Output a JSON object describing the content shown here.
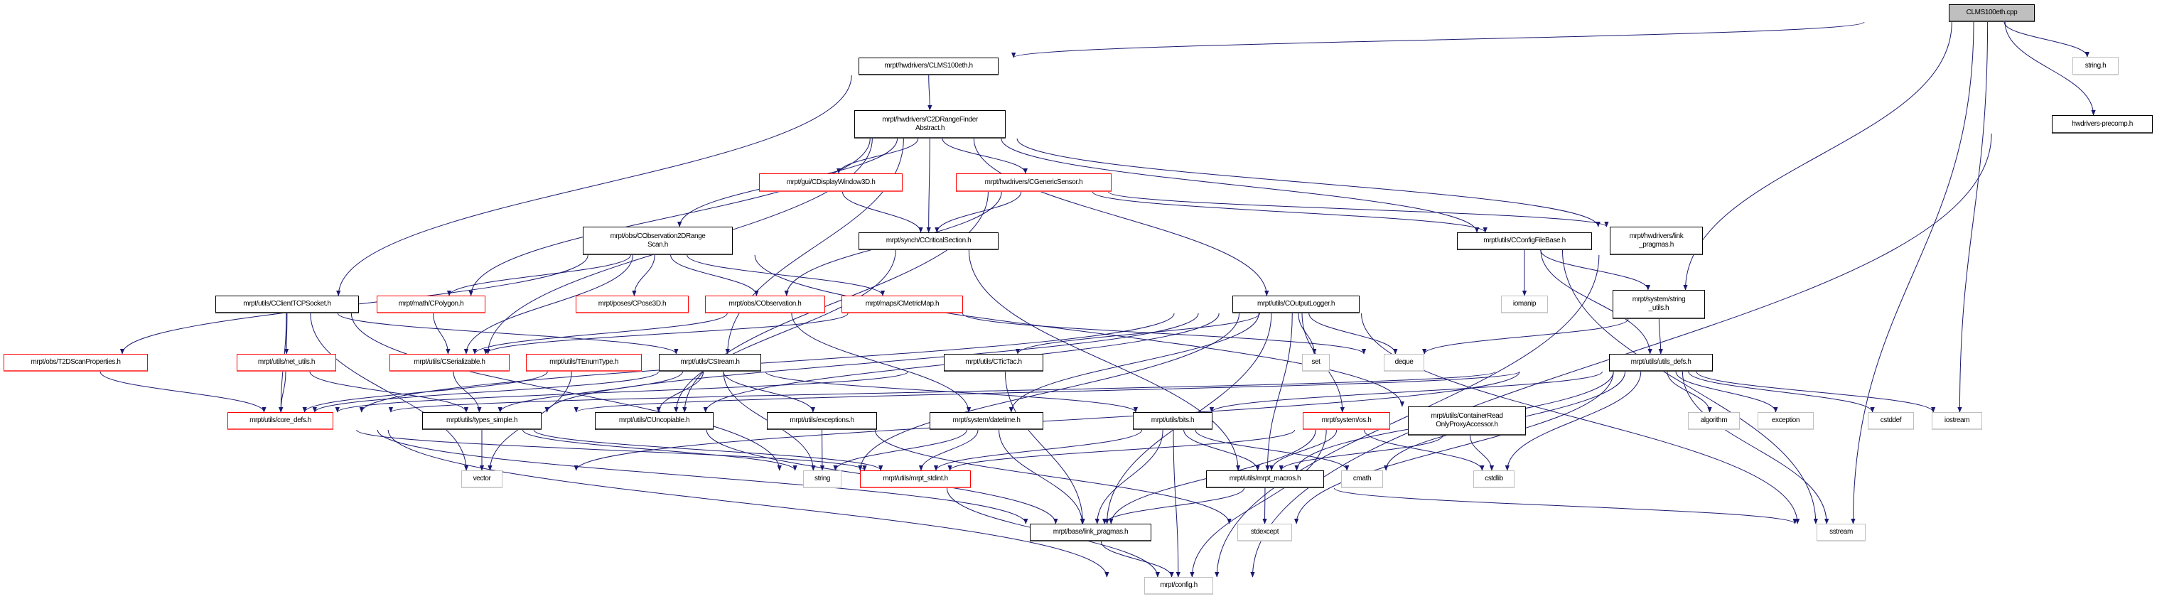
{
  "title": "CLMS100eth.cpp",
  "colors": {
    "edge": "#191970",
    "truncated_border": "#ff0000",
    "system_border": "#bfbfbf",
    "root_fill": "#bfbfbf"
  },
  "nodes": [
    {
      "id": "cpp",
      "label": "CLMS100eth.cpp",
      "style": "root"
    },
    {
      "id": "clms",
      "label": "mrpt/hwdrivers/CLMS100eth.h",
      "style": "black"
    },
    {
      "id": "c2d",
      "label": "mrpt/hwdrivers/C2DRangeFinder\nAbstract.h",
      "style": "black"
    },
    {
      "id": "stringh",
      "label": "string.h",
      "style": "gray"
    },
    {
      "id": "precomp",
      "label": "hwdrivers-precomp.h",
      "style": "black"
    },
    {
      "id": "disp3d",
      "label": "mrpt/gui/CDisplayWindow3D.h",
      "style": "red"
    },
    {
      "id": "gensensor",
      "label": "mrpt/hwdrivers/CGenericSensor.h",
      "style": "red"
    },
    {
      "id": "obs2d",
      "label": "mrpt/obs/CObservation2DRange\nScan.h",
      "style": "black"
    },
    {
      "id": "critsec",
      "label": "mrpt/synch/CCriticalSection.h",
      "style": "black"
    },
    {
      "id": "cfgfile",
      "label": "mrpt/utils/CConfigFileBase.h",
      "style": "black"
    },
    {
      "id": "hwlink",
      "label": "mrpt/hwdrivers/link\n_pragmas.h",
      "style": "black"
    },
    {
      "id": "tcpsock",
      "label": "mrpt/utils/CClientTCPSocket.h",
      "style": "black"
    },
    {
      "id": "polygon",
      "label": "mrpt/math/CPolygon.h",
      "style": "red"
    },
    {
      "id": "pose3d",
      "label": "mrpt/poses/CPose3D.h",
      "style": "red"
    },
    {
      "id": "obs",
      "label": "mrpt/obs/CObservation.h",
      "style": "red"
    },
    {
      "id": "metricmap",
      "label": "mrpt/maps/CMetricMap.h",
      "style": "red"
    },
    {
      "id": "outlogger",
      "label": "mrpt/utils/COutputLogger.h",
      "style": "black"
    },
    {
      "id": "iomanip",
      "label": "iomanip",
      "style": "gray"
    },
    {
      "id": "strutils",
      "label": "mrpt/system/string\n_utils.h",
      "style": "black"
    },
    {
      "id": "t2dscan",
      "label": "mrpt/obs/T2DScanProperties.h",
      "style": "red"
    },
    {
      "id": "netutils",
      "label": "mrpt/utils/net_utils.h",
      "style": "red"
    },
    {
      "id": "serial",
      "label": "mrpt/utils/CSerializable.h",
      "style": "red"
    },
    {
      "id": "enumtype",
      "label": "mrpt/utils/TEnumType.h",
      "style": "red"
    },
    {
      "id": "stream",
      "label": "mrpt/utils/CStream.h",
      "style": "black"
    },
    {
      "id": "tictac",
      "label": "mrpt/utils/CTicTac.h",
      "style": "black"
    },
    {
      "id": "set",
      "label": "set",
      "style": "gray"
    },
    {
      "id": "deque",
      "label": "deque",
      "style": "gray"
    },
    {
      "id": "utilsdefs",
      "label": "mrpt/utils/utils_defs.h",
      "style": "black"
    },
    {
      "id": "coredefs",
      "label": "mrpt/utils/core_defs.h",
      "style": "red"
    },
    {
      "id": "typessimple",
      "label": "mrpt/utils/types_simple.h",
      "style": "black"
    },
    {
      "id": "uncopiable",
      "label": "mrpt/utils/CUncopiable.h",
      "style": "black"
    },
    {
      "id": "exceptions",
      "label": "mrpt/utils/exceptions.h",
      "style": "black"
    },
    {
      "id": "datetime",
      "label": "mrpt/system/datetime.h",
      "style": "black"
    },
    {
      "id": "bits",
      "label": "mrpt/utils/bits.h",
      "style": "black"
    },
    {
      "id": "os",
      "label": "mrpt/system/os.h",
      "style": "red"
    },
    {
      "id": "proxy",
      "label": "mrpt/utils/ContainerRead\nOnlyProxyAccessor.h",
      "style": "black"
    },
    {
      "id": "algorithm",
      "label": "algorithm",
      "style": "gray"
    },
    {
      "id": "exception",
      "label": "exception",
      "style": "gray"
    },
    {
      "id": "cstddef",
      "label": "cstddef",
      "style": "gray"
    },
    {
      "id": "iostream",
      "label": "iostream",
      "style": "gray"
    },
    {
      "id": "vector",
      "label": "vector",
      "style": "gray"
    },
    {
      "id": "string",
      "label": "string",
      "style": "gray"
    },
    {
      "id": "stdint",
      "label": "mrpt/utils/mrpt_stdint.h",
      "style": "red"
    },
    {
      "id": "macros",
      "label": "mrpt/utils/mrpt_macros.h",
      "style": "black"
    },
    {
      "id": "cmath",
      "label": "cmath",
      "style": "gray"
    },
    {
      "id": "cstdlib",
      "label": "cstdlib",
      "style": "gray"
    },
    {
      "id": "baselink",
      "label": "mrpt/base/link_pragmas.h",
      "style": "black"
    },
    {
      "id": "stdexcept",
      "label": "stdexcept",
      "style": "gray"
    },
    {
      "id": "sstream",
      "label": "sstream",
      "style": "gray"
    },
    {
      "id": "config",
      "label": "mrpt/config.h",
      "style": "gray"
    }
  ],
  "edges": [
    [
      "cpp",
      "clms"
    ],
    [
      "cpp",
      "stringh"
    ],
    [
      "cpp",
      "precomp"
    ],
    [
      "cpp",
      "strutils"
    ],
    [
      "cpp",
      "iostream"
    ],
    [
      "cpp",
      "sstream"
    ],
    [
      "clms",
      "c2d"
    ],
    [
      "clms",
      "tcpsock"
    ],
    [
      "c2d",
      "disp3d"
    ],
    [
      "c2d",
      "gensensor"
    ],
    [
      "c2d",
      "critsec"
    ],
    [
      "c2d",
      "obs2d"
    ],
    [
      "c2d",
      "polygon"
    ],
    [
      "c2d",
      "stream"
    ],
    [
      "c2d",
      "outlogger"
    ],
    [
      "c2d",
      "cfgfile"
    ],
    [
      "c2d",
      "hwlink"
    ],
    [
      "c2d",
      "serial"
    ],
    [
      "disp3d",
      "critsec"
    ],
    [
      "gensensor",
      "critsec"
    ],
    [
      "gensensor",
      "obs"
    ],
    [
      "gensensor",
      "cfgfile"
    ],
    [
      "gensensor",
      "hwlink"
    ],
    [
      "gensensor",
      "uncopiable"
    ],
    [
      "obs2d",
      "polygon"
    ],
    [
      "obs2d",
      "pose3d"
    ],
    [
      "obs2d",
      "obs"
    ],
    [
      "obs2d",
      "metricmap"
    ],
    [
      "obs2d",
      "serial"
    ],
    [
      "obs2d",
      "t2dscan"
    ],
    [
      "obs2d",
      "proxy"
    ],
    [
      "critsec",
      "uncopiable"
    ],
    [
      "critsec",
      "macros"
    ],
    [
      "tcpsock",
      "netutils"
    ],
    [
      "tcpsock",
      "coredefs"
    ],
    [
      "tcpsock",
      "stream"
    ],
    [
      "tcpsock",
      "string"
    ],
    [
      "tcpsock",
      "vector"
    ],
    [
      "polygon",
      "serial"
    ],
    [
      "obs",
      "serial"
    ],
    [
      "obs",
      "datetime"
    ],
    [
      "metricmap",
      "serial"
    ],
    [
      "metricmap",
      "deque"
    ],
    [
      "t2dscan",
      "coredefs"
    ],
    [
      "netutils",
      "coredefs"
    ],
    [
      "netutils",
      "typessimple"
    ],
    [
      "serial",
      "typessimple"
    ],
    [
      "enumtype",
      "coredefs"
    ],
    [
      "enumtype",
      "vector"
    ],
    [
      "stream",
      "coredefs"
    ],
    [
      "stream",
      "typessimple"
    ],
    [
      "stream",
      "uncopiable"
    ],
    [
      "stream",
      "exceptions"
    ],
    [
      "stream",
      "bits"
    ],
    [
      "stream",
      "string"
    ],
    [
      "tictac",
      "baselink"
    ],
    [
      "tictac",
      "coredefs"
    ],
    [
      "outlogger",
      "coredefs"
    ],
    [
      "outlogger",
      "typessimple"
    ],
    [
      "outlogger",
      "tictac"
    ],
    [
      "outlogger",
      "datetime"
    ],
    [
      "outlogger",
      "set"
    ],
    [
      "outlogger",
      "deque"
    ],
    [
      "outlogger",
      "sstream"
    ],
    [
      "outlogger",
      "os"
    ],
    [
      "outlogger",
      "macros"
    ],
    [
      "outlogger",
      "baselink"
    ],
    [
      "outlogger",
      "string"
    ],
    [
      "outlogger",
      "uncopiable"
    ],
    [
      "cfgfile",
      "iomanip"
    ],
    [
      "cfgfile",
      "strutils"
    ],
    [
      "cfgfile",
      "utilsdefs"
    ],
    [
      "cfgfile",
      "sstream"
    ],
    [
      "hwlink",
      "config"
    ],
    [
      "precomp",
      "config"
    ],
    [
      "strutils",
      "deque"
    ],
    [
      "strutils",
      "utilsdefs"
    ],
    [
      "utilsdefs",
      "coredefs"
    ],
    [
      "utilsdefs",
      "typessimple"
    ],
    [
      "utilsdefs",
      "bits"
    ],
    [
      "utilsdefs",
      "algorithm"
    ],
    [
      "utilsdefs",
      "exception"
    ],
    [
      "utilsdefs",
      "cstddef"
    ],
    [
      "utilsdefs",
      "iostream"
    ],
    [
      "utilsdefs",
      "sstream"
    ],
    [
      "utilsdefs",
      "cmath"
    ],
    [
      "utilsdefs",
      "cstdlib"
    ],
    [
      "utilsdefs",
      "stdexcept"
    ],
    [
      "utilsdefs",
      "vector"
    ],
    [
      "utilsdefs",
      "macros"
    ],
    [
      "coredefs",
      "stdint"
    ],
    [
      "coredefs",
      "baselink"
    ],
    [
      "coredefs",
      "config"
    ],
    [
      "typessimple",
      "vector"
    ],
    [
      "typessimple",
      "string"
    ],
    [
      "typessimple",
      "stdint"
    ],
    [
      "uncopiable",
      "baselink"
    ],
    [
      "exceptions",
      "string"
    ],
    [
      "exceptions",
      "stdexcept"
    ],
    [
      "datetime",
      "string"
    ],
    [
      "datetime",
      "stdint"
    ],
    [
      "datetime",
      "baselink"
    ],
    [
      "bits",
      "stdint"
    ],
    [
      "bits",
      "macros"
    ],
    [
      "bits",
      "cmath"
    ],
    [
      "bits",
      "baselink"
    ],
    [
      "bits",
      "config"
    ],
    [
      "os",
      "macros"
    ],
    [
      "os",
      "stdint"
    ],
    [
      "os",
      "cstdlib"
    ],
    [
      "os",
      "baselink"
    ],
    [
      "os",
      "config"
    ],
    [
      "proxy",
      "macros"
    ],
    [
      "proxy",
      "cstdlib"
    ],
    [
      "stdint",
      "config"
    ],
    [
      "macros",
      "baselink"
    ],
    [
      "macros",
      "stdexcept"
    ],
    [
      "macros",
      "sstream"
    ],
    [
      "baselink",
      "config"
    ]
  ]
}
